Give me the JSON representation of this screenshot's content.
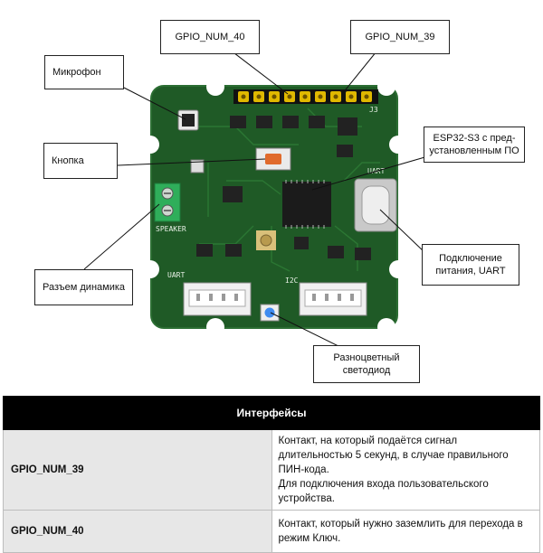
{
  "callouts": {
    "gpio40": "GPIO_NUM_40",
    "gpio39": "GPIO_NUM_39",
    "microphone": "Микрофон",
    "button": "Кнопка",
    "esp32": "ESP32-S3 с пред-установленным ПО",
    "speaker_connector": "Разъем динамика",
    "power": "Подключение питания, UART",
    "led": "Разноцветный светодиод"
  },
  "silkscreen": {
    "j3": "J3",
    "uart_top": "UART",
    "speaker": "SPEAKER",
    "uart_left": "UART",
    "i2c": "I2C"
  },
  "table": {
    "header": "Интерфейсы",
    "rows": [
      {
        "pin": "GPIO_NUM_39",
        "desc_line1": "Контакт, на который подаётся сигнал длительностью 5 секунд, в случае правильного ПИН-кода.",
        "desc_line2": "Для подключения входа пользовательского устройства."
      },
      {
        "pin": "GPIO_NUM_40",
        "desc_line1": "Контакт, который нужно заземлить для перехода в режим Ключ."
      }
    ]
  },
  "colors": {
    "pcb": "#1f5a26",
    "pcb_edge": "#2c6e33",
    "header_pins": "#e0b800",
    "terminal": "#2fae5a",
    "led": "#3f8cf0"
  }
}
